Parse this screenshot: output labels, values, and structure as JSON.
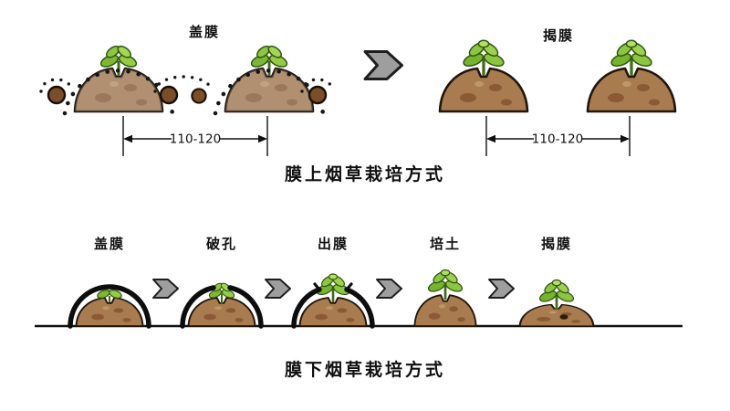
{
  "figure": {
    "top": {
      "cover_label": "盖膜",
      "uncover_label": "揭膜",
      "dim_left": "110-120",
      "dim_right": "110-120",
      "caption": "膜上烟草栽培方式"
    },
    "bottom": {
      "stages": [
        {
          "label": "盖膜"
        },
        {
          "label": "破孔"
        },
        {
          "label": "出膜"
        },
        {
          "label": "培土"
        },
        {
          "label": "揭膜"
        }
      ],
      "caption": "膜下烟草栽培方式"
    }
  }
}
